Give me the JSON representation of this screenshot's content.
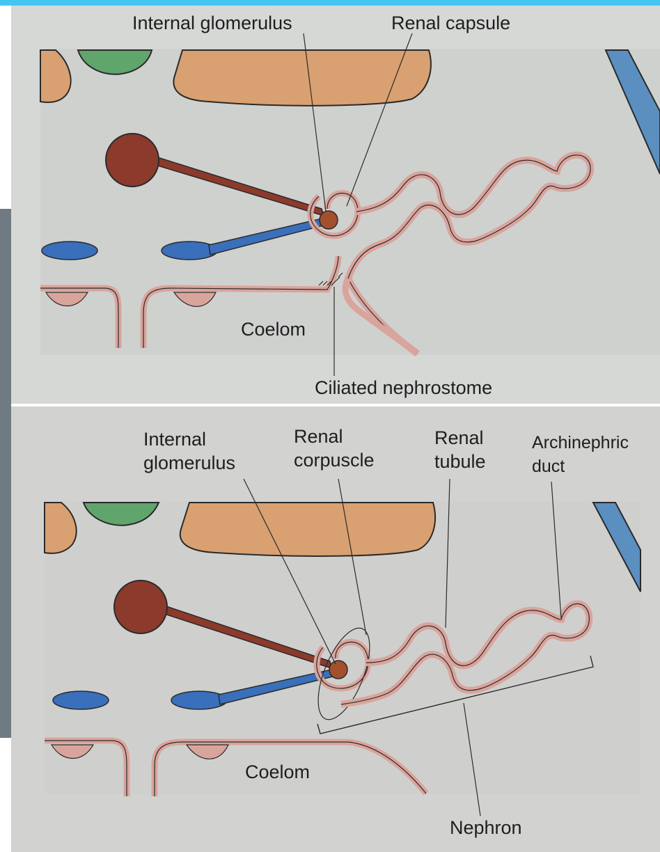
{
  "top_panel": {
    "labels": {
      "internal_glomerulus": "Internal glomerulus",
      "renal_capsule": "Renal capsule",
      "coelom": "Coelom",
      "ciliated_nephrostome": "Ciliated nephrostome"
    }
  },
  "bottom_panel": {
    "labels": {
      "internal_glomerulus_line1": "Internal",
      "internal_glomerulus_line2": "glomerulus",
      "renal_corpuscle_line1": "Renal",
      "renal_corpuscle_line2": "corpuscle",
      "renal_tubule_line1": "Renal",
      "renal_tubule_line2": "tubule",
      "archinephric_duct_line1": "Archinephric",
      "archinephric_duct_line2": "duct",
      "coelom": "Coelom",
      "nephron": "Nephron"
    }
  },
  "colors": {
    "page_top": "#d6d8d6",
    "page_bottom": "#d2d3d0",
    "tissue_orange": "#d9a071",
    "tissue_green": "#5fa56c",
    "artery_red": "#8b3a2c",
    "vein_blue": "#3a6fbb",
    "duct_blue": "#5a8fc0",
    "tubule_pink": "#d9a49c",
    "outline": "#2a2a2a",
    "accent_bar": "#45c6f2"
  }
}
